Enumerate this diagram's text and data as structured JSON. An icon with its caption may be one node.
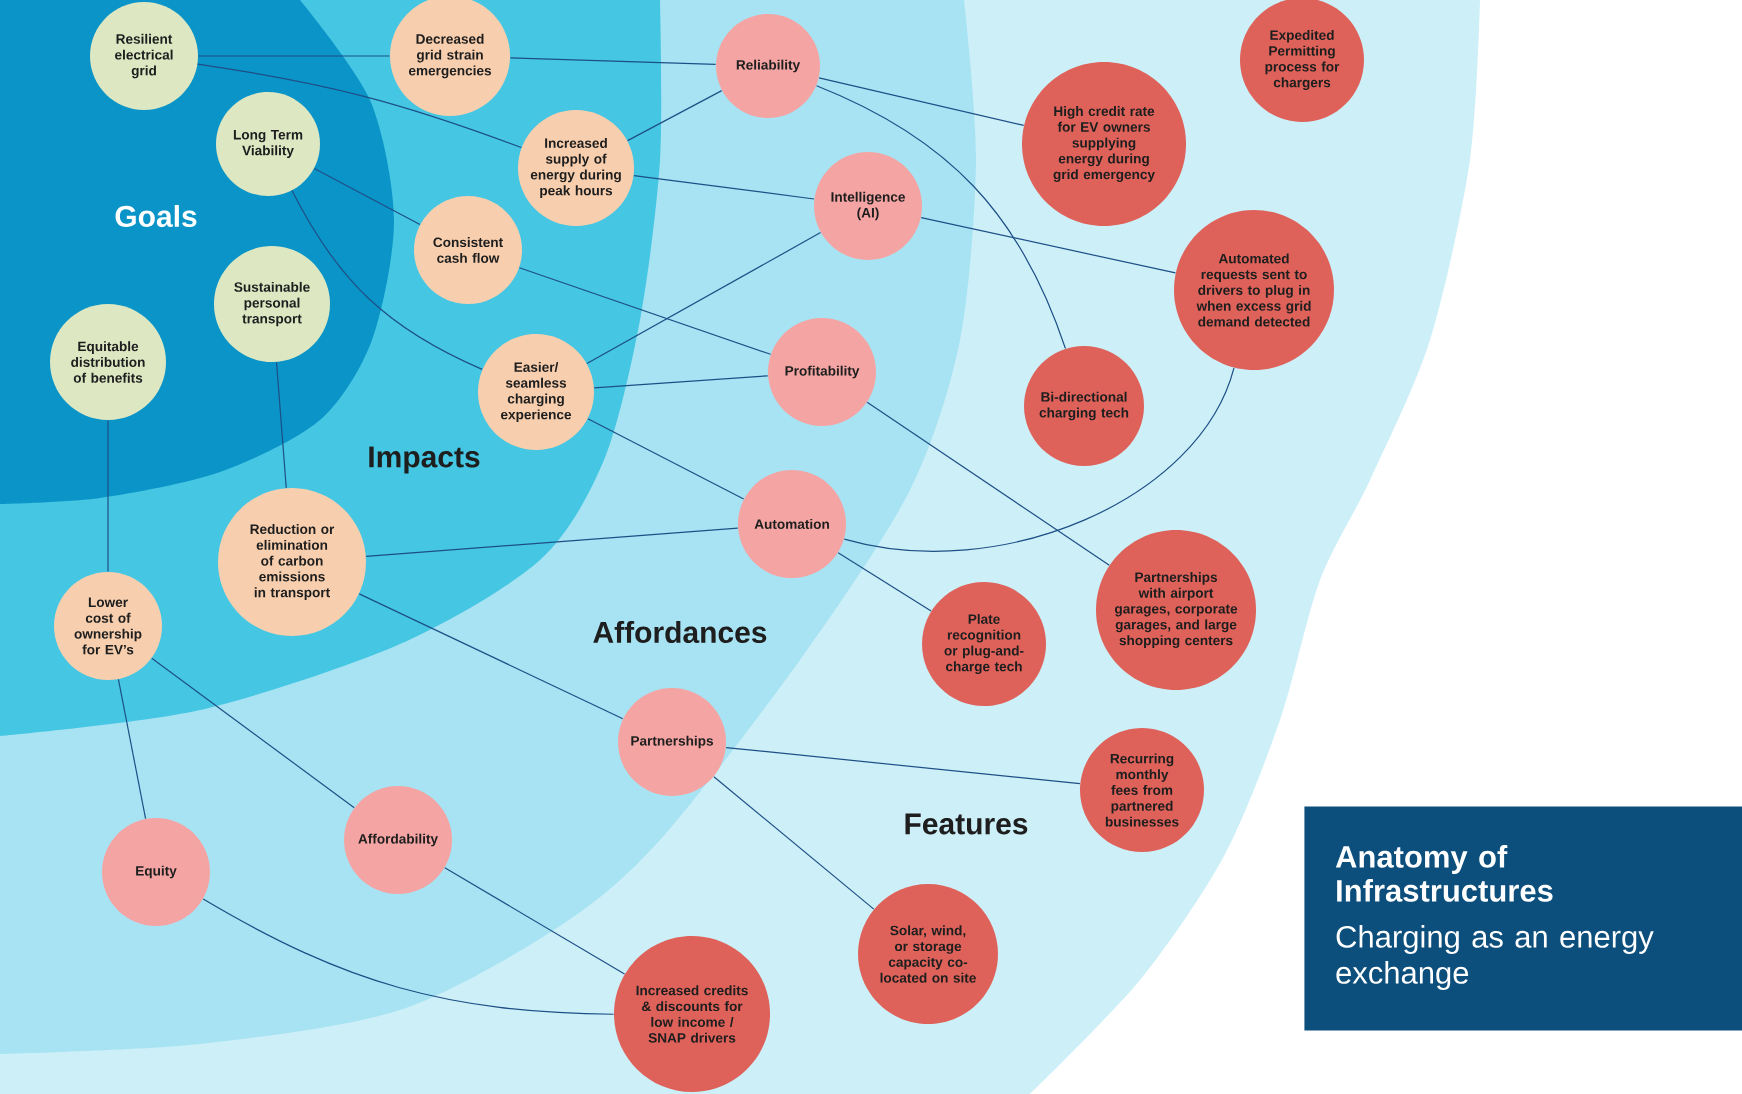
{
  "diagram": {
    "title": "Anatomy of Infrastructures",
    "nodes": [
      {
        "text": [
          "Features"
        ]
      },
      {
        "text": [
          "Affordances"
        ],
        "in": 0
      },
      {
        "text": [
          "Impacts"
        ],
        "in": 1
      },
      {
        "text": [
          "Goals"
        ],
        "in": 2
      },
      {
        "text": [
          "Resilient electrical grid"
        ],
        "in": 3
      },
      {
        "text": [
          "Long Term Viability"
        ],
        "in": 3
      },
      {
        "text": [
          "Sustainable personal transport"
        ],
        "in": 3
      },
      {
        "text": [
          "Equitable distribution of benefits"
        ],
        "in": 3
      },
      {
        "text": [
          "Decreased grid strain emergencies"
        ],
        "in": 2
      },
      {
        "text": [
          "Increased supply of energy during peak hours"
        ],
        "in": 2
      },
      {
        "text": [
          "Consistent cash flow"
        ],
        "in": 2
      },
      {
        "text": [
          "Easier/ seamless charging experience"
        ],
        "in": 2
      },
      {
        "text": [
          "Reduction or elimination of carbon emissions in transport"
        ],
        "in": 2
      },
      {
        "text": [
          "Lower cost of ownership for EV’s"
        ],
        "in": 2
      },
      {
        "text": [
          "Reliability"
        ],
        "in": 1
      },
      {
        "text": [
          "Intelligence (AI)"
        ],
        "in": 1
      },
      {
        "text": [
          "Profitability"
        ],
        "in": 1
      },
      {
        "text": [
          "Automation"
        ],
        "in": 1
      },
      {
        "text": [
          "Partnerships"
        ],
        "in": 1
      },
      {
        "text": [
          "Affordability"
        ],
        "in": 1
      },
      {
        "text": [
          "Equity"
        ],
        "in": 1
      },
      {
        "text": [
          "Expedited Permitting process for chargers"
        ],
        "in": 0
      },
      {
        "text": [
          "High credit rate for EV owners supplying energy during grid emergency"
        ],
        "in": 0
      },
      {
        "text": [
          "Automated requests sent to drivers to plug in when excess grid demand detected"
        ],
        "in": 0
      },
      {
        "text": [
          "Bi-directional charging tech"
        ],
        "in": 0
      },
      {
        "text": [
          "Partnerships with airport garages, corporate garages, and large shopping centers"
        ],
        "in": 0
      },
      {
        "text": [
          "Plate recognition or plug-and-charge tech"
        ],
        "in": 0
      },
      {
        "text": [
          "Recurring monthly fees from partnered businesses"
        ],
        "in": 0
      },
      {
        "text": [
          "Solar, wind, or storage capacity co-located on site"
        ],
        "in": 0
      },
      {
        "text": [
          "Increased credits & discounts for low income / SNAP drivers"
        ],
        "in": 0
      }
    ],
    "edges": [
      {
        "from": 4,
        "to": 8,
        "arrow": "none"
      },
      {
        "from": 8,
        "to": 14,
        "arrow": "none"
      },
      {
        "from": 4,
        "to": 9,
        "arrow": "none"
      },
      {
        "from": 9,
        "to": 14,
        "arrow": "none"
      },
      {
        "from": 9,
        "to": 15,
        "arrow": "none"
      },
      {
        "from": 5,
        "to": 10,
        "arrow": "none"
      },
      {
        "from": 5,
        "to": 11,
        "arrow": "none"
      },
      {
        "from": 10,
        "to": 16,
        "arrow": "none"
      },
      {
        "from": 11,
        "to": 15,
        "arrow": "none"
      },
      {
        "from": 11,
        "to": 16,
        "arrow": "none"
      },
      {
        "from": 11,
        "to": 17,
        "arrow": "none"
      },
      {
        "from": 6,
        "to": 12,
        "arrow": "none"
      },
      {
        "from": 7,
        "to": 13,
        "arrow": "none"
      },
      {
        "from": 12,
        "to": 17,
        "arrow": "none"
      },
      {
        "from": 12,
        "to": 18,
        "arrow": "none"
      },
      {
        "from": 13,
        "to": 20,
        "arrow": "none"
      },
      {
        "from": 13,
        "to": 19,
        "arrow": "none"
      },
      {
        "from": 19,
        "to": 29,
        "arrow": "none"
      },
      {
        "from": 20,
        "to": 29,
        "arrow": "none"
      },
      {
        "from": 14,
        "to": 22,
        "arrow": "none"
      },
      {
        "from": 14,
        "to": 24,
        "arrow": "none"
      },
      {
        "from": 15,
        "to": 23,
        "arrow": "none"
      },
      {
        "from": 16,
        "to": 25,
        "arrow": "none"
      },
      {
        "from": 17,
        "to": 23,
        "arrow": "none"
      },
      {
        "from": 17,
        "to": 26,
        "arrow": "none"
      },
      {
        "from": 18,
        "to": 27,
        "arrow": "none"
      },
      {
        "from": 18,
        "to": 28,
        "arrow": "none"
      }
    ],
    "labels": [
      "Charging as an energy exchange"
    ]
  }
}
